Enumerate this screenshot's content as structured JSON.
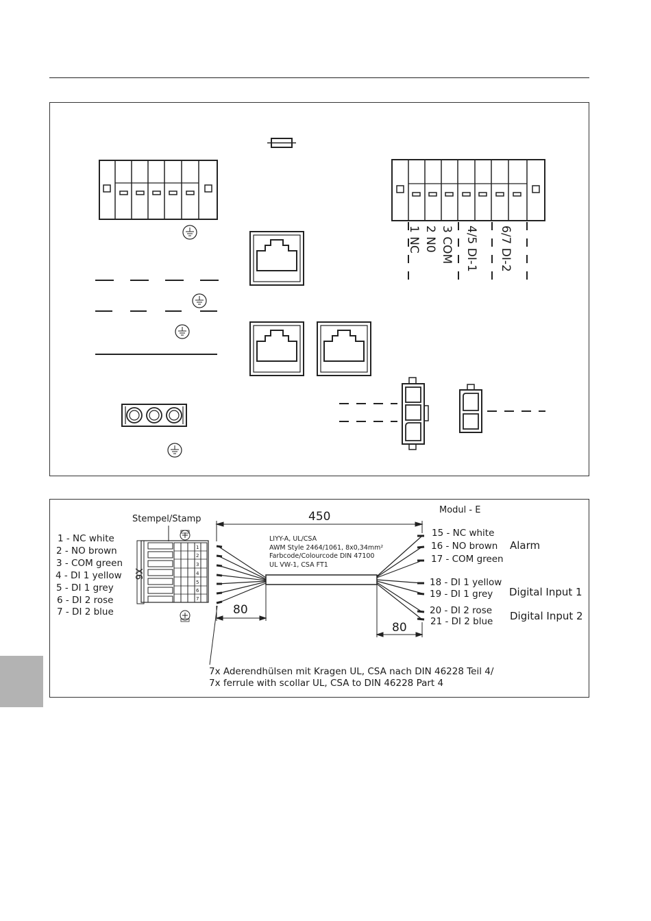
{
  "top_panel": {
    "terminal_labels": [
      "1 NC",
      "2 N0",
      "3 COM",
      "4/5 DI-1",
      "6/7 DI-2"
    ]
  },
  "bottom_panel": {
    "stamp_label": "Stempel/Stamp",
    "connector_label": "X6",
    "module_label": "Modul - E",
    "length_total": "450",
    "length_left": "80",
    "length_right": "80",
    "cable_spec": [
      "LIYY-A, UL/CSA",
      "AWM Style 2464/1061, 8x0,34mm²",
      "Farbcode/Colourcode DIN 47100",
      "UL VW-1, CSA FT1"
    ],
    "left_pins": [
      "1 - NC white",
      "2 - NO brown",
      "3 - COM green",
      "4 - DI 1  yellow",
      "5 - DI 1 grey",
      "6 - DI 2 rose",
      "7 - DI 2 blue"
    ],
    "right_pins": [
      "15 - NC white",
      "16 - NO brown",
      "17 - COM green",
      "18 - DI 1 yellow",
      "19 - DI 1 grey",
      "20 - DI 2 rose",
      "21 - DI 2 blue"
    ],
    "groups": {
      "alarm": "Alarm",
      "digital_input_1": "Digital Input 1",
      "digital_input_2": "Digital Input 2"
    },
    "ferrule_note": [
      "7x Aderendhülsen mit Kragen UL, CSA nach DIN 46228 Teil 4/",
      "7x ferrule with scollar UL, CSA to DIN 46228 Part 4"
    ]
  }
}
